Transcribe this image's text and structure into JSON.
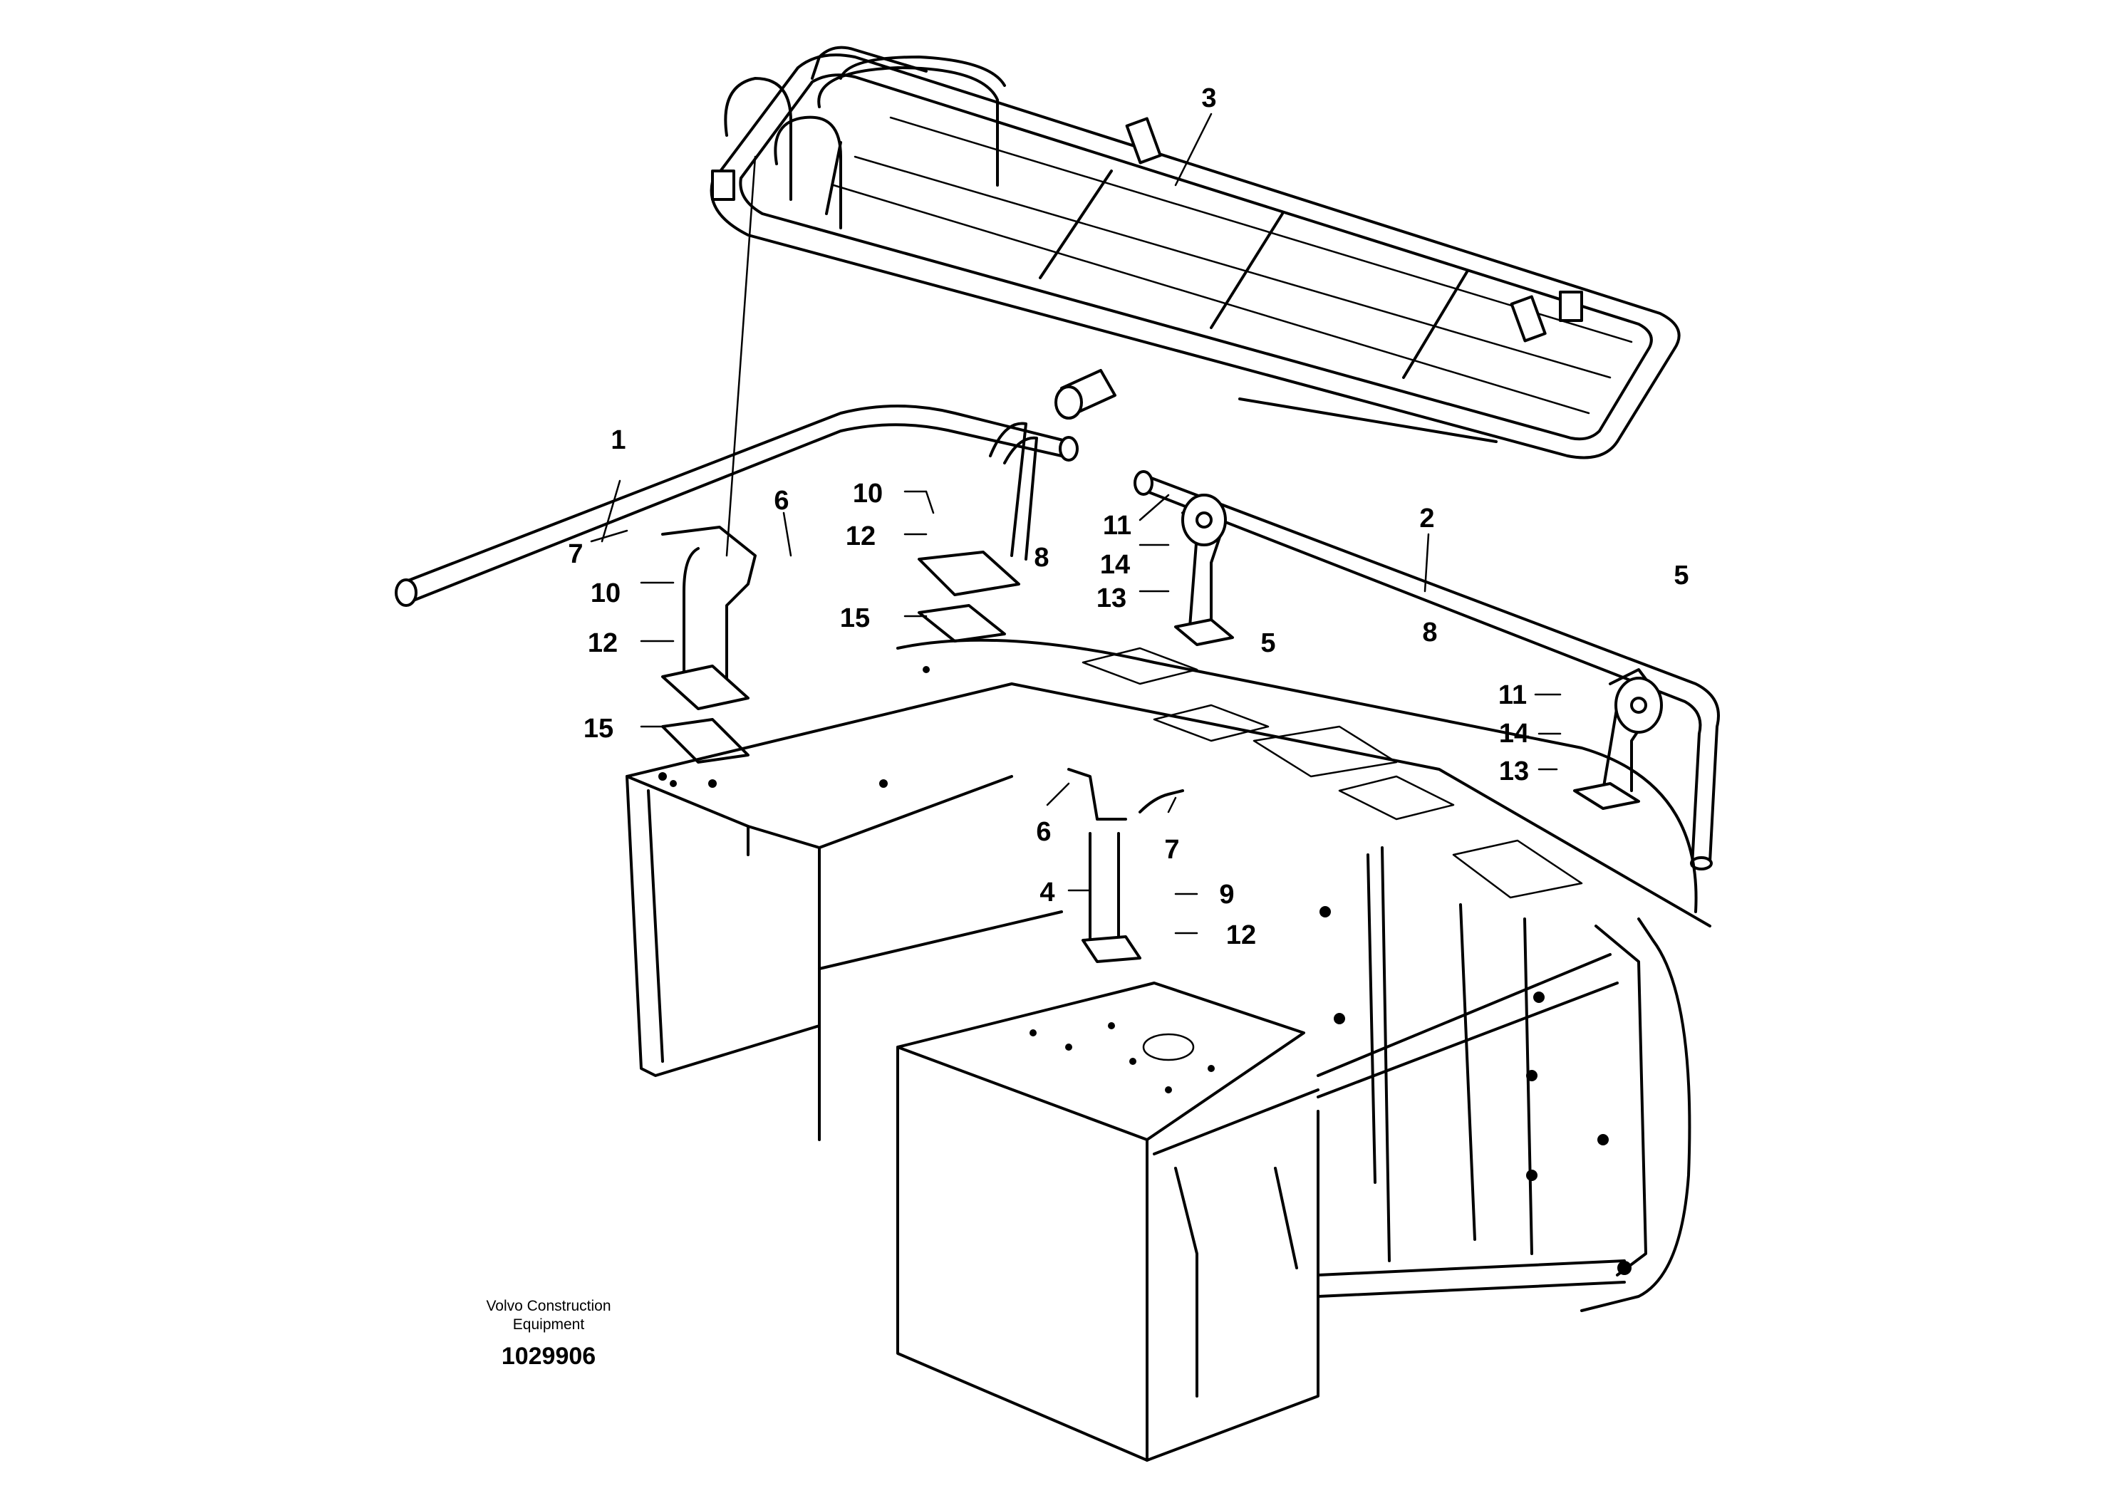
{
  "callouts": [
    {
      "id": "c1",
      "label": "1"
    },
    {
      "id": "c2",
      "label": "2"
    },
    {
      "id": "c3",
      "label": "3"
    },
    {
      "id": "c4",
      "label": "4"
    },
    {
      "id": "c5a",
      "label": "5"
    },
    {
      "id": "c5b",
      "label": "5"
    },
    {
      "id": "c6a",
      "label": "6"
    },
    {
      "id": "c6b",
      "label": "6"
    },
    {
      "id": "c7a",
      "label": "7"
    },
    {
      "id": "c7b",
      "label": "7"
    },
    {
      "id": "c8a",
      "label": "8"
    },
    {
      "id": "c8b",
      "label": "8"
    },
    {
      "id": "c9",
      "label": "9"
    },
    {
      "id": "c10a",
      "label": "10"
    },
    {
      "id": "c10b",
      "label": "10"
    },
    {
      "id": "c11a",
      "label": "11"
    },
    {
      "id": "c11b",
      "label": "11"
    },
    {
      "id": "c12a",
      "label": "12"
    },
    {
      "id": "c12b",
      "label": "12"
    },
    {
      "id": "c12c",
      "label": "12"
    },
    {
      "id": "c13a",
      "label": "13"
    },
    {
      "id": "c13b",
      "label": "13"
    },
    {
      "id": "c14a",
      "label": "14"
    },
    {
      "id": "c14b",
      "label": "14"
    },
    {
      "id": "c15a",
      "label": "15"
    },
    {
      "id": "c15b",
      "label": "15"
    }
  ],
  "footer": {
    "brand_line1": "Volvo Construction",
    "brand_line2": "Equipment",
    "drawing_number": "1029906"
  }
}
